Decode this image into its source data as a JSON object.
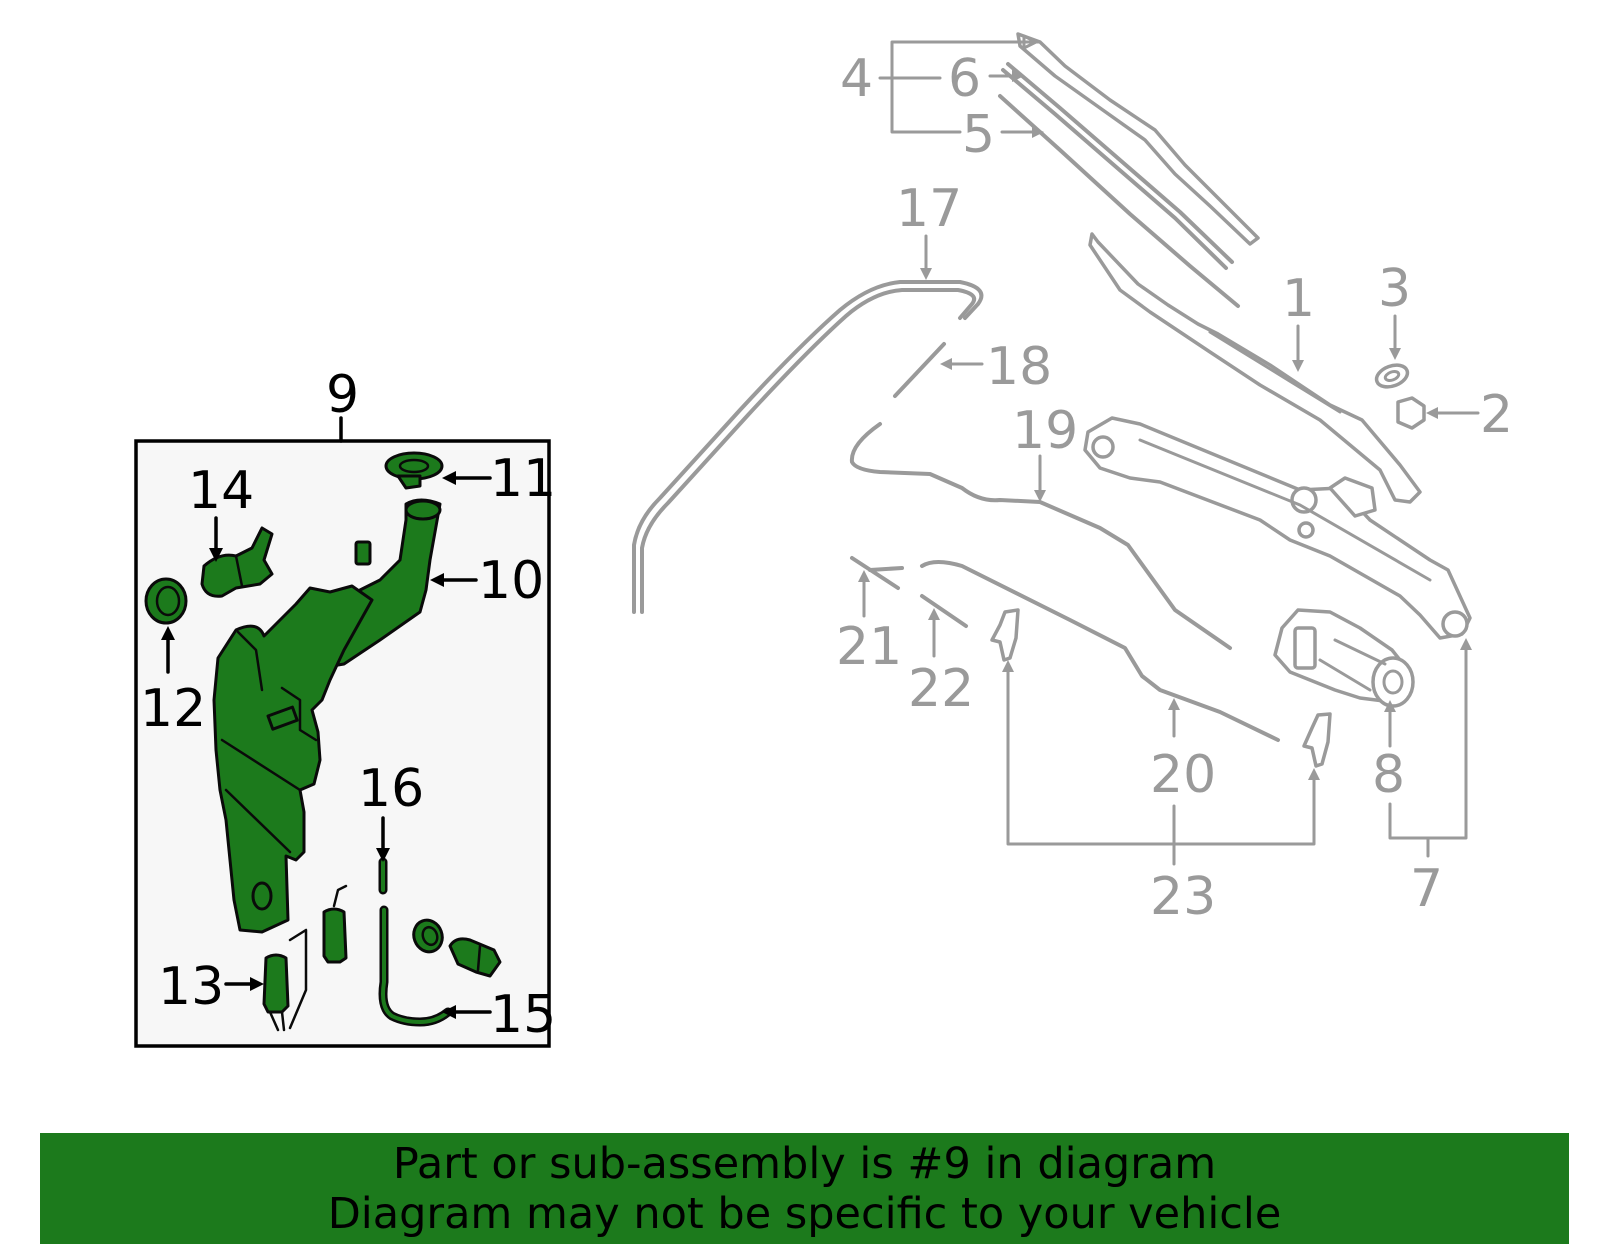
{
  "callouts": {
    "c1": "1",
    "c2": "2",
    "c3": "3",
    "c4": "4",
    "c5": "5",
    "c6": "6",
    "c7": "7",
    "c8": "8",
    "c9": "9",
    "c10": "10",
    "c11": "11",
    "c12": "12",
    "c13": "13",
    "c14": "14",
    "c15": "15",
    "c16": "16",
    "c17": "17",
    "c18": "18",
    "c19": "19",
    "c20": "20",
    "c21": "21",
    "c22": "22",
    "c23": "23"
  },
  "highlight": {
    "part_number": "9",
    "color": "#1c7a1c"
  },
  "colors": {
    "banner": "#1c7a1c",
    "inactive_part": "#9a9a9a",
    "active_outline": "#000000",
    "box_fill": "#f7f7f7"
  },
  "banner": {
    "line1": "Part or sub-assembly is #9 in diagram",
    "line2": "Diagram may not be specific to your vehicle"
  }
}
